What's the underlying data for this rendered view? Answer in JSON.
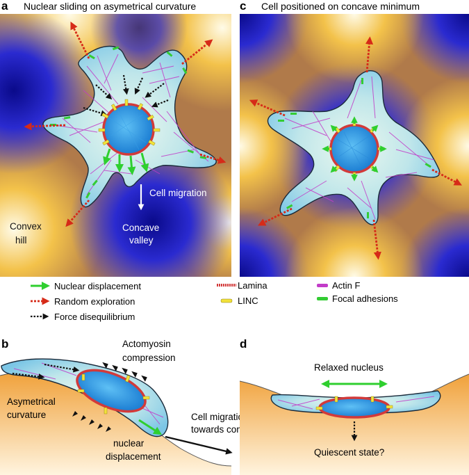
{
  "panels": {
    "a": {
      "letter": "a",
      "title": "Nuclear sliding on asymetrical curvature",
      "convex": [
        "Convex",
        "hill"
      ],
      "concave": [
        "Concave",
        "valley"
      ],
      "migration": "Cell migration"
    },
    "c": {
      "letter": "c",
      "title": "Cell positioned on concave minimum"
    },
    "b": {
      "letter": "b",
      "actomyosin": [
        "Actomyosin",
        "compression"
      ],
      "asym": [
        "Asymetrical",
        "curvature"
      ],
      "nuclear": [
        "nuclear",
        "displacement"
      ],
      "migration": [
        "Cell migration",
        "towards concave"
      ]
    },
    "d": {
      "letter": "d",
      "relaxed": "Relaxed nucleus",
      "quiescent": "Quiescent state?"
    }
  },
  "legend": {
    "nuclear_displacement": "Nuclear displacement",
    "random_exploration": "Random exploration",
    "force_disequilibrium": "Force disequilibrium",
    "lamina": "Lamina",
    "linc": "LINC",
    "actin": "Actin F",
    "focal": "Focal adhesions"
  },
  "colors": {
    "convex": "#f4c242",
    "concave": "#1a1ab0",
    "cell": "#8fd0ea",
    "nucleus": "#1e90e0",
    "lamina": "#d23a3a",
    "linc": "#f2e23a",
    "actin": "#c23cc8",
    "focal": "#33cc33",
    "exploration_arrow": "#cc2a1a",
    "substrate": "#f2a640"
  }
}
